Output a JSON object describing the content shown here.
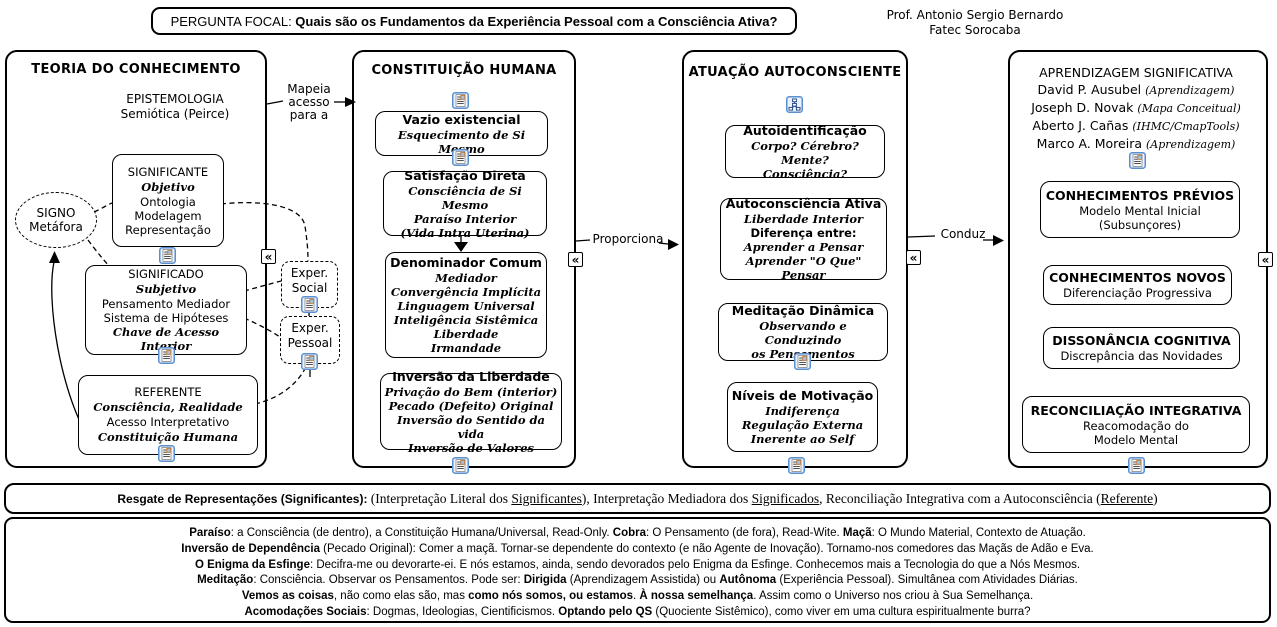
{
  "header": {
    "focal": [
      [
        {
          "t": "PERGUNTA FOCAL: "
        },
        {
          "t": "Quais são os Fundamentos da Experiência Pessoal com a Consciência Ativa?",
          "s": "b"
        }
      ]
    ],
    "author": [
      [
        {
          "t": "Prof. Antonio Sergio Bernardo"
        }
      ],
      [
        {
          "t": "Fatec Sorocaba"
        }
      ]
    ]
  },
  "col1": {
    "title": "TEORIA DO CONHECIMENTO",
    "epistemologia": [
      [
        {
          "t": "EPISTEMOLOGIA"
        }
      ],
      [
        {
          "t": "Semiótica (Peirce)"
        }
      ]
    ],
    "signo": [
      [
        {
          "t": "SIGNO"
        }
      ],
      [
        {
          "t": "Metáfora"
        }
      ]
    ],
    "significante": [
      [
        {
          "t": "SIGNIFICANTE"
        }
      ],
      [
        {
          "t": "Objetivo",
          "s": "script big"
        }
      ],
      [
        {
          "t": "Ontologia"
        }
      ],
      [
        {
          "t": "Modelagem"
        }
      ],
      [
        {
          "t": "Representação"
        }
      ]
    ],
    "significado": [
      [
        {
          "t": "SIGNIFICADO"
        }
      ],
      [
        {
          "t": "Subjetivo",
          "s": "script big"
        }
      ],
      [
        {
          "t": "Pensamento Mediador"
        }
      ],
      [
        {
          "t": "Sistema de Hipóteses"
        }
      ],
      [
        {
          "t": "Chave de Acesso Interior",
          "s": "script"
        }
      ]
    ],
    "referente": [
      [
        {
          "t": "REFERENTE"
        }
      ],
      [
        {
          "t": "Consciência, Realidade",
          "s": "script big"
        }
      ],
      [
        {
          "t": "Acesso Interpretativo"
        }
      ],
      [
        {
          "t": "Constituição Humana",
          "s": "script big"
        }
      ]
    ]
  },
  "col2": {
    "title": "CONSTITUIÇÃO HUMANA",
    "vazio": [
      [
        {
          "t": "Vazio existencial",
          "s": "b big"
        }
      ],
      [
        {
          "t": "Esquecimento de Si Mesmo",
          "s": "script"
        }
      ]
    ],
    "satisfacao": [
      [
        {
          "t": "Satisfação Direta",
          "s": "b big"
        }
      ],
      [
        {
          "t": "Consciência de Si Mesmo",
          "s": "script"
        }
      ],
      [
        {
          "t": "Paraíso Interior",
          "s": "script"
        }
      ],
      [
        {
          "t": "(Vida Intra Uterina)",
          "s": "script"
        }
      ]
    ],
    "denominador": [
      [
        {
          "t": "Denominador Comum",
          "s": "b big"
        }
      ],
      [
        {
          "t": "Mediador",
          "s": "script"
        }
      ],
      [
        {
          "t": "Convergência Implícita",
          "s": "script"
        }
      ],
      [
        {
          "t": "Linguagem Universal",
          "s": "script"
        }
      ],
      [
        {
          "t": "Inteligência Sistêmica",
          "s": "script"
        }
      ],
      [
        {
          "t": "Liberdade",
          "s": "script"
        }
      ],
      [
        {
          "t": "Irmandade",
          "s": "script"
        }
      ]
    ],
    "inversao": [
      [
        {
          "t": "Inversão da Liberdade",
          "s": "b big"
        }
      ],
      [
        {
          "t": "Privação do Bem (interior)",
          "s": "script"
        }
      ],
      [
        {
          "t": "Pecado (Defeito) Original",
          "s": "script"
        }
      ],
      [
        {
          "t": "Inversão do Sentido da vida",
          "s": "script"
        }
      ],
      [
        {
          "t": "Inversão de Valores",
          "s": "script"
        }
      ]
    ]
  },
  "col3": {
    "title": "ATUAÇÃO AUTOCONSCIENTE",
    "autoidentificacao": [
      [
        {
          "t": "Autoidentificação",
          "s": "b big"
        }
      ],
      [
        {
          "t": "Corpo? Cérebro? Mente?",
          "s": "script"
        }
      ],
      [
        {
          "t": "Consciência?",
          "s": "script"
        }
      ]
    ],
    "autoconsciencia": [
      [
        {
          "t": "Autoconsciência Ativa",
          "s": "b big"
        }
      ],
      [
        {
          "t": "Liberdade Interior",
          "s": "script"
        }
      ],
      [
        {
          "t": "Diferença entre:",
          "s": "b"
        }
      ],
      [
        {
          "t": "Aprender a Pensar",
          "s": "script"
        }
      ],
      [
        {
          "t": "Aprender \"O Que\" Pensar",
          "s": "script"
        }
      ]
    ],
    "meditacao": [
      [
        {
          "t": "Meditação Dinâmica",
          "s": "b big"
        }
      ],
      [
        {
          "t": "Observando e Conduzindo",
          "s": "script"
        }
      ],
      [
        {
          "t": "os Pensamentos",
          "s": "script"
        }
      ]
    ],
    "niveis": [
      [
        {
          "t": "Níveis de Motivação",
          "s": "b big"
        }
      ],
      [
        {
          "t": "Indiferença",
          "s": "script"
        }
      ],
      [
        {
          "t": "Regulação Externa",
          "s": "script"
        }
      ],
      [
        {
          "t": "Inerente ao Self",
          "s": "script"
        }
      ]
    ]
  },
  "col4": {
    "header": [
      [
        {
          "t": "APRENDIZAGEM SIGNIFICATIVA"
        }
      ],
      [
        {
          "t": "David P. Ausubel "
        },
        {
          "t": "(Aprendizagem)",
          "s": "i"
        }
      ],
      [
        {
          "t": "Joseph D. Novak "
        },
        {
          "t": "(Mapa Conceitual)",
          "s": "i"
        }
      ],
      [
        {
          "t": "Aberto J. Cañas "
        },
        {
          "t": "(IHMC/CmapTools)",
          "s": "i"
        }
      ],
      [
        {
          "t": "Marco A. Moreira "
        },
        {
          "t": "(Aprendizagem)",
          "s": "i"
        }
      ]
    ],
    "previos": [
      [
        {
          "t": "CONHECIMENTOS PRÉVIOS",
          "s": "b big"
        }
      ],
      [
        {
          "t": "Modelo Mental Inicial"
        }
      ],
      [
        {
          "t": "(Subsunçores)"
        }
      ]
    ],
    "novos": [
      [
        {
          "t": "CONHECIMENTOS NOVOS",
          "s": "b big"
        }
      ],
      [
        {
          "t": "Diferenciação Progressiva"
        }
      ]
    ],
    "dissonancia": [
      [
        {
          "t": "DISSONÂNCIA COGNITIVA",
          "s": "b big"
        }
      ],
      [
        {
          "t": "Discrepância das Novidades"
        }
      ]
    ],
    "reconciliacao": [
      [
        {
          "t": "RECONCILIAÇÃO INTEGRATIVA",
          "s": "b big"
        }
      ],
      [
        {
          "t": "Reacomodação do"
        }
      ],
      [
        {
          "t": "Modelo Mental"
        }
      ]
    ]
  },
  "connectors": {
    "mapeia": [
      [
        {
          "t": "Mapeia"
        }
      ],
      [
        {
          "t": "acesso"
        }
      ],
      [
        {
          "t": "para a"
        }
      ]
    ],
    "proporciona": "Proporciona",
    "conduz": "Conduz",
    "exper_social": [
      [
        {
          "t": "Exper."
        }
      ],
      [
        {
          "t": "Social"
        }
      ]
    ],
    "exper_pessoal": [
      [
        {
          "t": "Exper."
        }
      ],
      [
        {
          "t": "Pessoal"
        }
      ]
    ]
  },
  "resgate": [
    [
      {
        "t": "Resgate de Representações (Significantes):  ",
        "s": "b sans"
      },
      {
        "t": "(Interpretação Literal dos ",
        "s": "serif"
      },
      {
        "t": "Significantes",
        "s": "serif u"
      },
      {
        "t": "), Interpretação Mediadora dos ",
        "s": "serif"
      },
      {
        "t": "Significados",
        "s": "serif u"
      },
      {
        "t": ", Reconciliação Integrativa com a Autoconsciência (",
        "s": "serif"
      },
      {
        "t": "Referente",
        "s": "serif u"
      },
      {
        "t": ")",
        "s": "serif"
      }
    ]
  ],
  "notes": [
    [
      {
        "t": "Paraíso",
        "s": "b"
      },
      {
        "t": ": a Consciência (de dentro), a Constituição Humana/Universal, Read-Only.   "
      },
      {
        "t": "Cobra",
        "s": "b"
      },
      {
        "t": ": O Pensamento (de fora), Read-Wite.   "
      },
      {
        "t": "Maçã",
        "s": "b"
      },
      {
        "t": ": O Mundo Material, Contexto de Atuação."
      }
    ],
    [
      {
        "t": "Inversão de Dependência",
        "s": "b"
      },
      {
        "t": " (Pecado Original): Comer a maçã. Tornar-se dependente do contexto (e não Agente de Inovação). Tornamo-nos comedores das Maçãs de Adão e Eva."
      }
    ],
    [
      {
        "t": "O Enigma da Esfinge",
        "s": "b"
      },
      {
        "t": ": Decifra-me ou devorarte-ei. E nós estamos, ainda, sendo devorados pelo Enigma da Esfinge. Conhecemos mais a Tecnologia do que a Nós Mesmos."
      }
    ],
    [
      {
        "t": "Meditação",
        "s": "b"
      },
      {
        "t": ": Consciência. Observar os Pensamentos. Pode ser: "
      },
      {
        "t": "Dirigida",
        "s": "b"
      },
      {
        "t": " (Aprendizagem Assistida) ou "
      },
      {
        "t": "Autônoma",
        "s": "b"
      },
      {
        "t": " (Experiência Pessoal). Simultânea com Atividades Diárias."
      }
    ],
    [
      {
        "t": "Vemos as coisas",
        "s": "b"
      },
      {
        "t": ", não como elas são, mas "
      },
      {
        "t": "como nós somos, ou estamos",
        "s": "b"
      },
      {
        "t": ". "
      },
      {
        "t": "À nossa semelhança",
        "s": "b"
      },
      {
        "t": ". Assim como o Universo nos criou à Sua Semelhança."
      }
    ],
    [
      {
        "t": "Acomodações Sociais",
        "s": "b"
      },
      {
        "t": ": Dogmas, Ideologias, Cientificismos. "
      },
      {
        "t": "Optando pelo QS",
        "s": "b"
      },
      {
        "t": " (Quociente Sistêmico), como viver em uma cultura espiritualmente burra?"
      }
    ]
  ],
  "icons": {
    "collapse_glyph": "«",
    "resource_icon": "document-with-image",
    "concept_map_icon": "mini-concept-map"
  },
  "colors": {
    "line": "#000000",
    "icon_border": "#5b8fd0",
    "background": "#ffffff"
  }
}
